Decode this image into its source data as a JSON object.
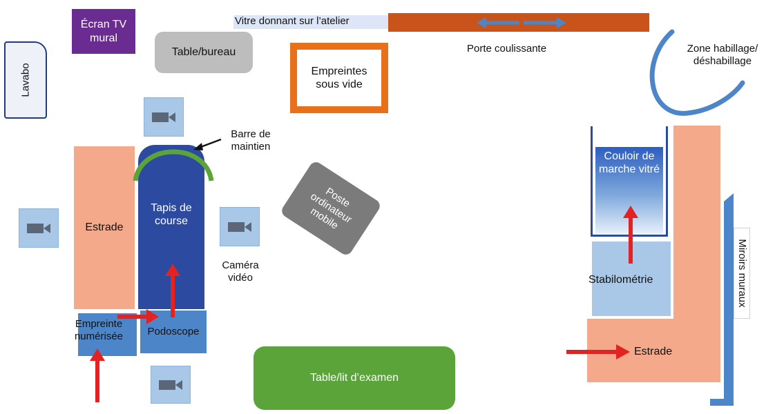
{
  "labels": {
    "ecran_tv": "Écran TV mural",
    "table_bureau": "Table/bureau",
    "lavabo": "Lavabo",
    "vitre_atelier": "Vitre donnant sur l’atelier",
    "porte_coulissante": "Porte coulissante",
    "zone_habillage": "Zone habillage/ déshabillage",
    "empreintes_sous_vide": "Empreintes sous vide",
    "barre_maintien": "Barre de maintien",
    "tapis_course": "Tapis de course",
    "estrade_left": "Estrade",
    "poste_ordinateur": "Poste ordinateur mobile",
    "camera_video": "Caméra vidéo",
    "empreinte_numerisee": "Empreinte numérisée",
    "podoscope": "Podoscope",
    "table_lit": "Table/lit d’examen",
    "couloir_marche": "Couloir de marche vitré",
    "stabilometrie": "Stabilométrie",
    "miroirs_muraux": "Miroirs muraux",
    "estrade_right": "Estrade"
  },
  "icons": {
    "camera": "video-camera-icon",
    "arrow": "red-arrow-icon",
    "double_arrow": "double-arrow-icon"
  },
  "colors": {
    "purple": "#6a2c91",
    "grey": "#bdbdbd",
    "dark_grey": "#7b7b7b",
    "orange": "#e8701a",
    "rust": "#c8541b",
    "salmon": "#f3a98a",
    "navy": "#2b4aa0",
    "blue": "#4d86c8",
    "light_blue": "#a9c8e8",
    "green": "#5aa43a",
    "red": "#e32222"
  }
}
